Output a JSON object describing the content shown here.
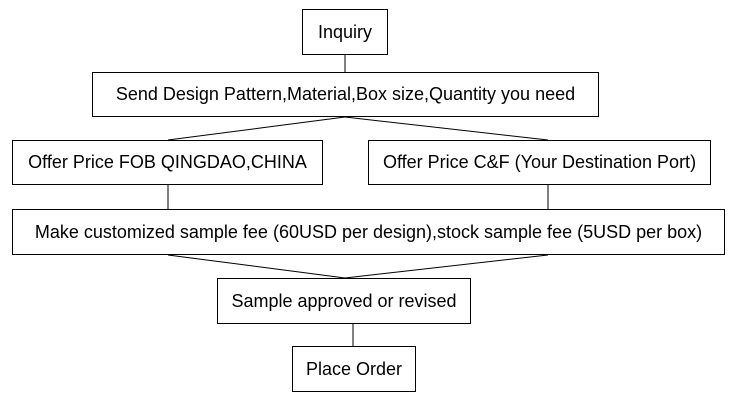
{
  "flow": {
    "inquiry": "Inquiry",
    "send_design": "Send Design Pattern,Material,Box size,Quantity you need",
    "offer_fob": "Offer Price FOB QINGDAO,CHINA",
    "offer_cf": "Offer Price C&F (Your Destination Port)",
    "sample_fee": "Make customized sample fee (60USD per design),stock sample fee (5USD per box)",
    "sample_approved": "Sample approved or revised",
    "place_order": "Place Order"
  },
  "colors": {
    "stroke": "#000000",
    "background": "#ffffff"
  }
}
